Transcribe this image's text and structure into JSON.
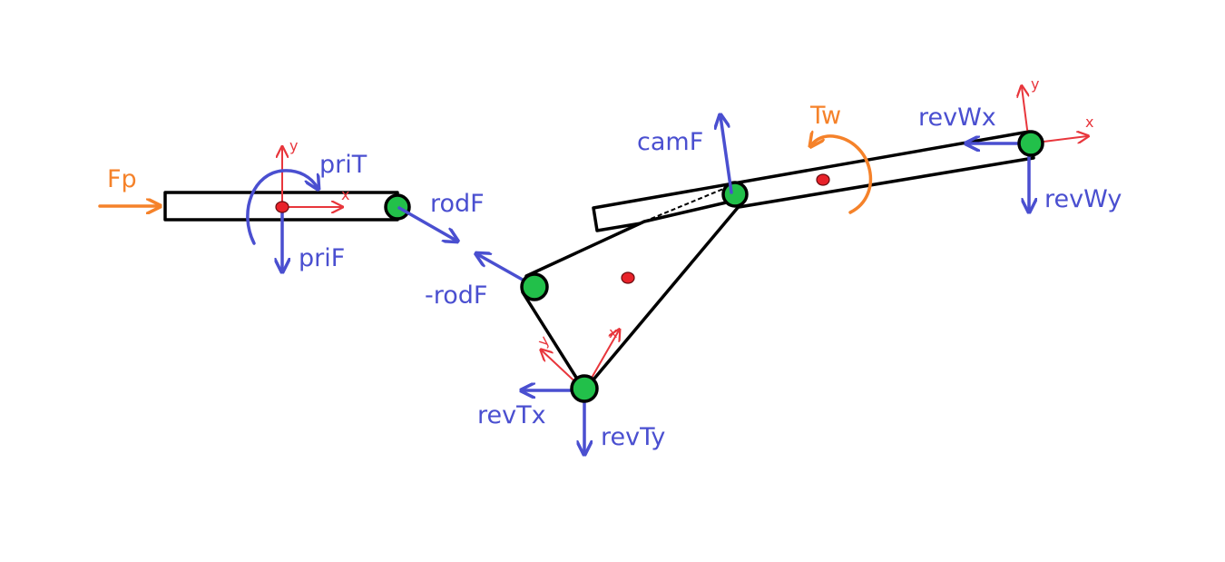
{
  "colors": {
    "force": "#4a4fd0",
    "applied": "#f5822a",
    "axis": "#e8363c",
    "joint": "#22c04a",
    "center_of_mass": "#e8222a",
    "outline": "#000000"
  },
  "labels": {
    "fp": "Fp",
    "pri_t": "priT",
    "pri_f": "priF",
    "rod_f": "rodF",
    "neg_rod_f": "-rodF",
    "cam_f": "camF",
    "tw": "Tw",
    "rev_wx": "revWx",
    "rev_wy": "revWy",
    "rev_tx": "revTx",
    "rev_ty": "revTy"
  },
  "axes": {
    "prismatic": {
      "x": "x",
      "y": "y"
    },
    "triangle": {
      "x": "x",
      "y": "y"
    },
    "wing": {
      "x": "x",
      "y": "y"
    }
  }
}
